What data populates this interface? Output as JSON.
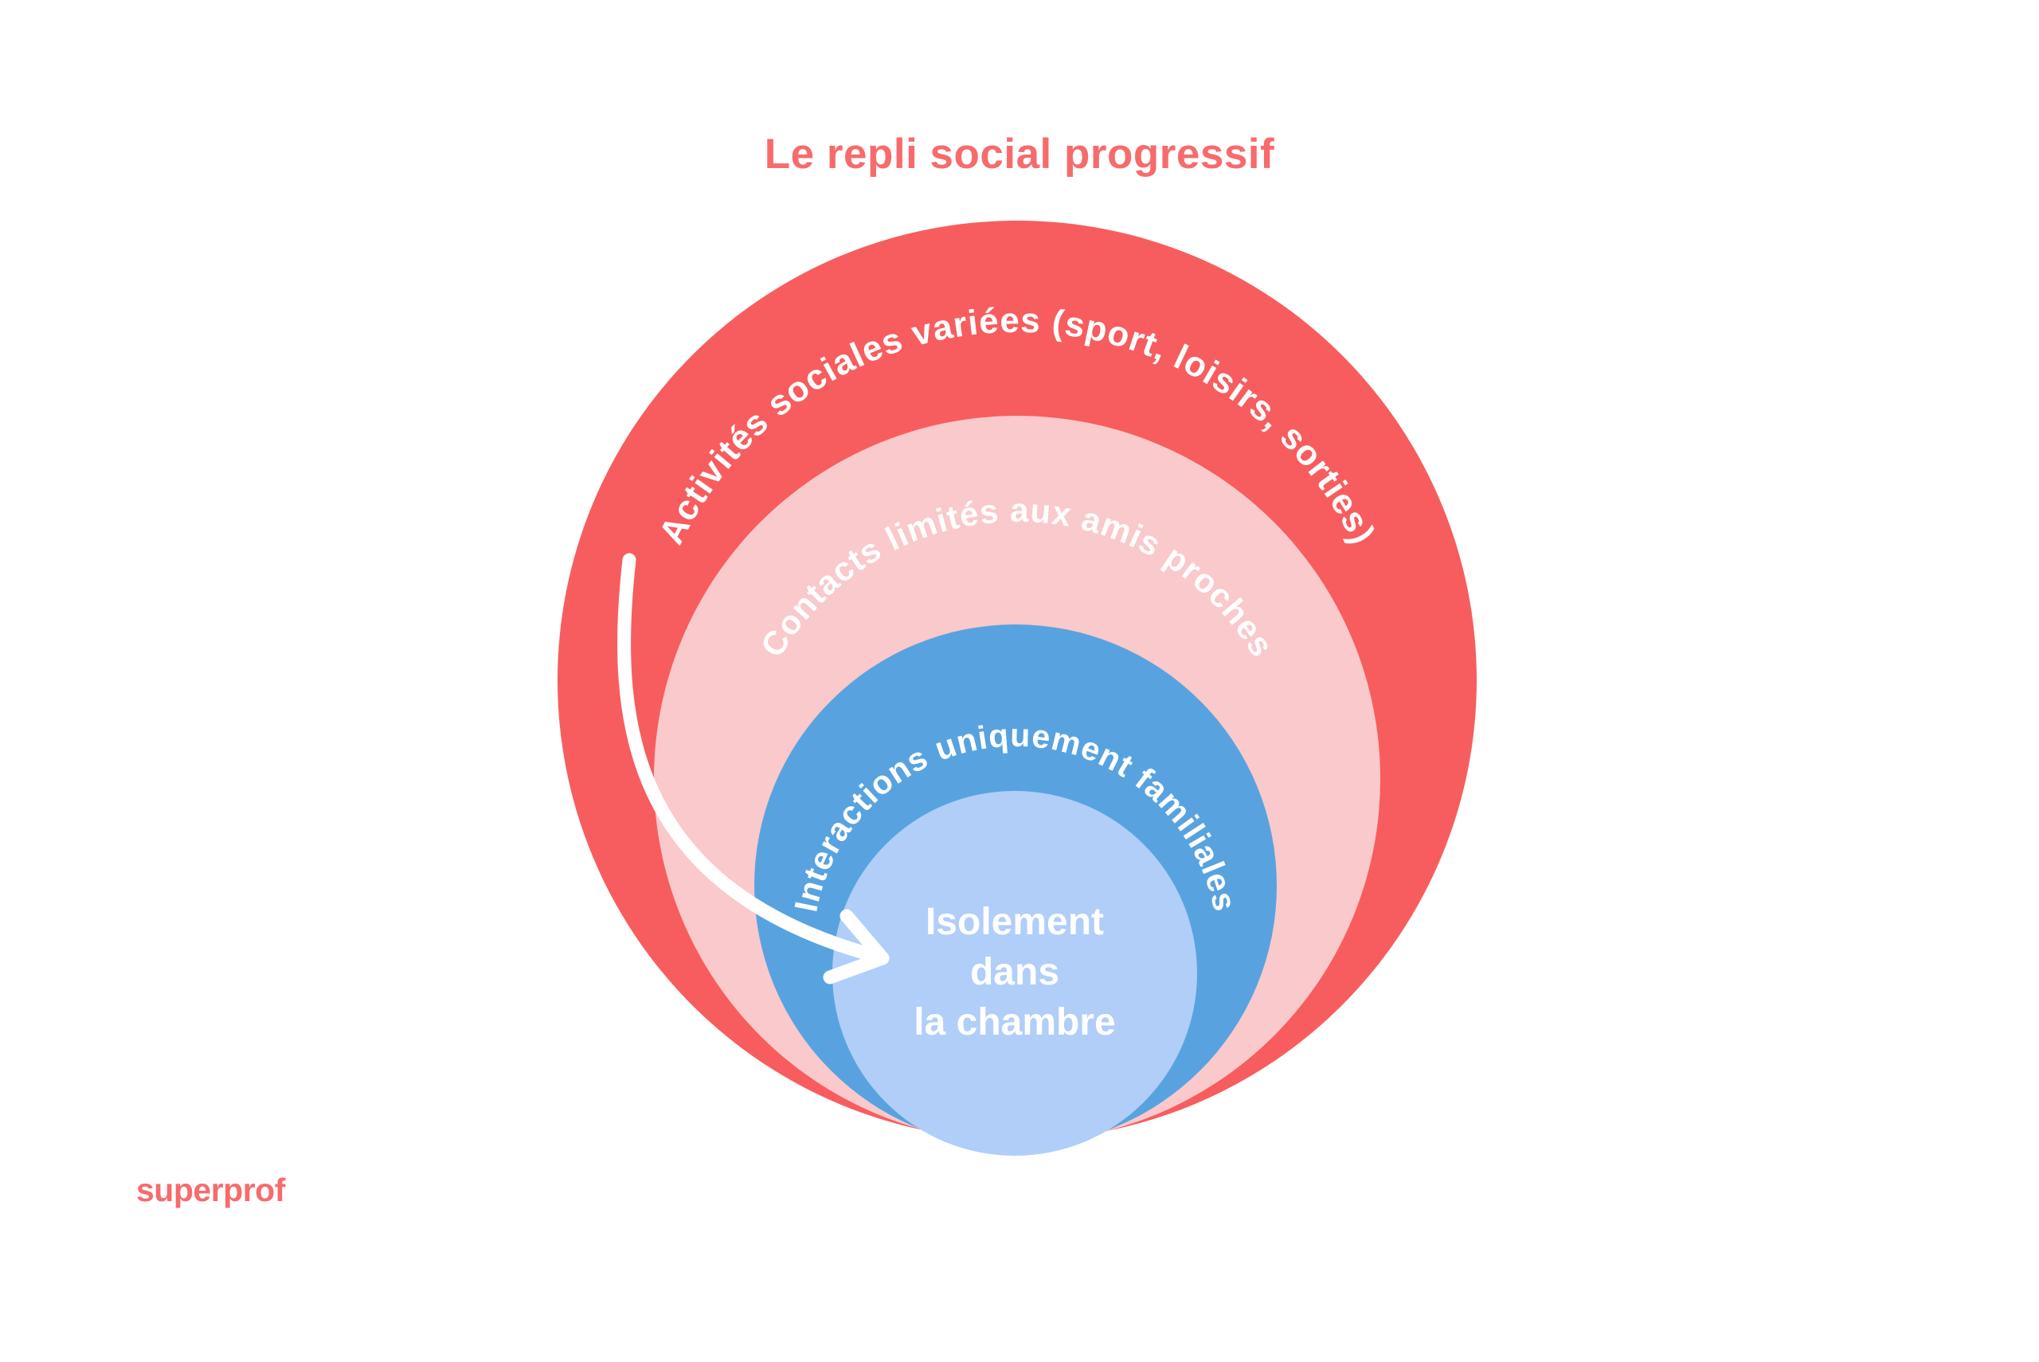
{
  "title": {
    "text": "Le repli social progressif",
    "color": "#F76B6C"
  },
  "diagram": {
    "type": "concentric-circles",
    "subject": "repli social",
    "levels": [
      {
        "rank": 1,
        "label": "Activités sociales variées (sport, loisirs, sorties)",
        "fill": "#F75D5F",
        "text_color": "#FFFFFF"
      },
      {
        "rank": 2,
        "label": "Contacts limités aux amis proches",
        "fill": "#F9C9CB",
        "text_color": "#FFFFFF"
      },
      {
        "rank": 3,
        "label": "Interactions uniquement familiales",
        "fill": "#58A3DF",
        "text_color": "#FFFFFF"
      },
      {
        "rank": 4,
        "label": "Isolement dans la chambre",
        "label_lines": [
          "Isolement",
          "dans",
          "la chambre"
        ],
        "fill": "#B0CEF8",
        "text_color": "#FFFFFF"
      }
    ],
    "arrow": {
      "icon": "curved-arrow-icon",
      "color": "#FFFFFF"
    }
  },
  "footer": {
    "logo_text": "superprof",
    "color": "#F76B6C"
  },
  "background_color": "#FFFFFF"
}
